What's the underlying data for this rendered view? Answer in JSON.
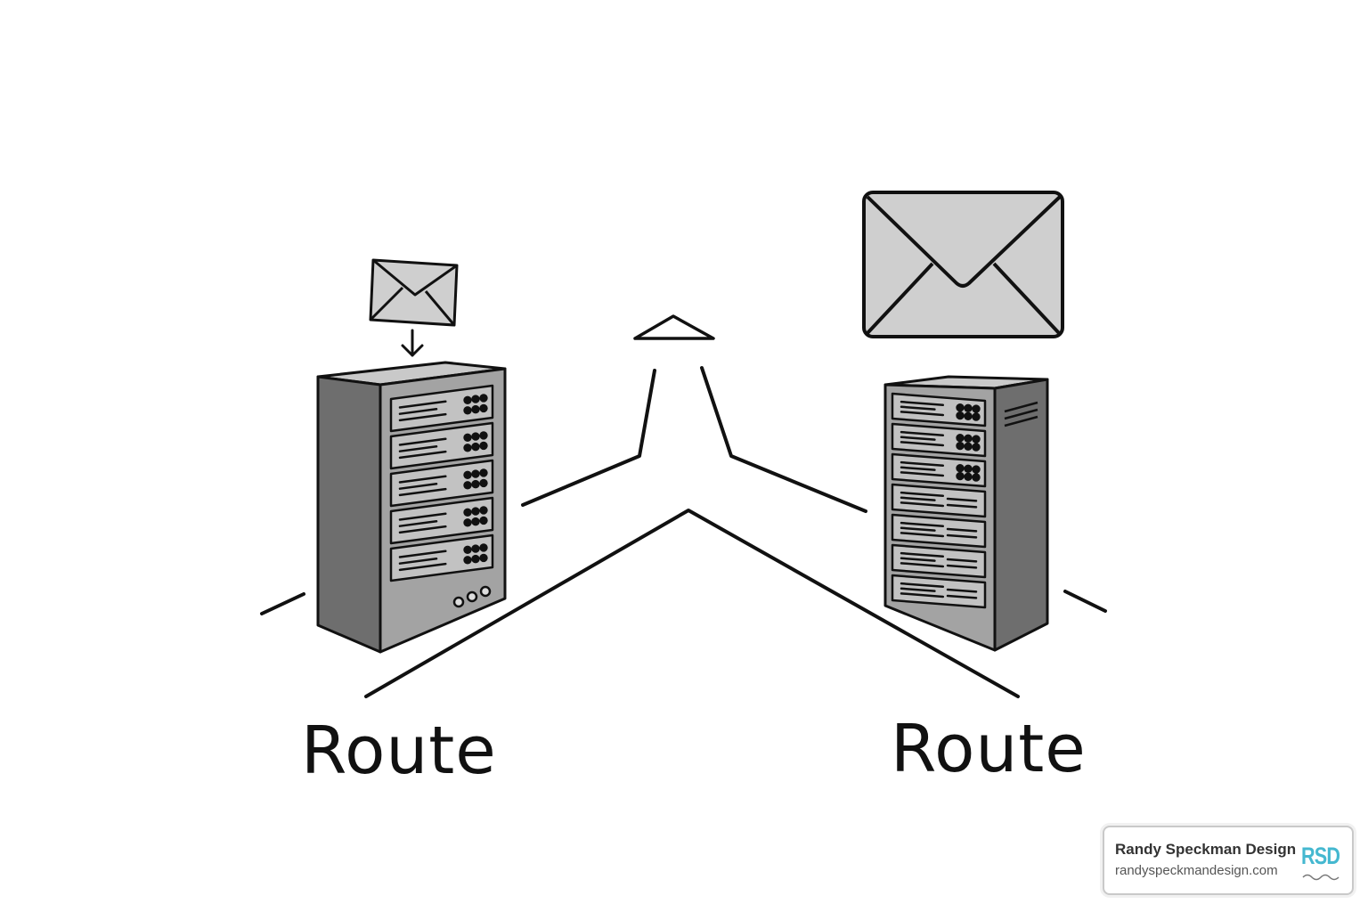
{
  "labels": {
    "left_route": "Route",
    "right_route": "Route"
  },
  "branding": {
    "name": "Randy Speckman Design",
    "url": "randyspeckmandesign.com",
    "logo_text": "RSD",
    "logo_color": "#45b8d0"
  },
  "colors": {
    "line": "#111111",
    "server_front": "#a3a3a3",
    "server_side": "#6e6e6e",
    "server_top": "#c9c9c9",
    "slot": "#c2c2c2",
    "envelope": "#cfcfcf"
  },
  "icons": [
    "server-icon",
    "envelope-icon",
    "arrow-down-icon",
    "arrow-up-icon"
  ]
}
